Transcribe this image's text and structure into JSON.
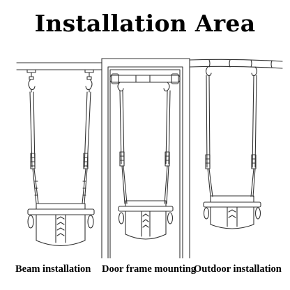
{
  "title": "Installation Area",
  "captions": [
    "Beam installation",
    "Door frame mounting",
    "Outdoor installation"
  ],
  "colors": {
    "ink": "#000000",
    "line": "#333333",
    "background": "#ffffff"
  }
}
